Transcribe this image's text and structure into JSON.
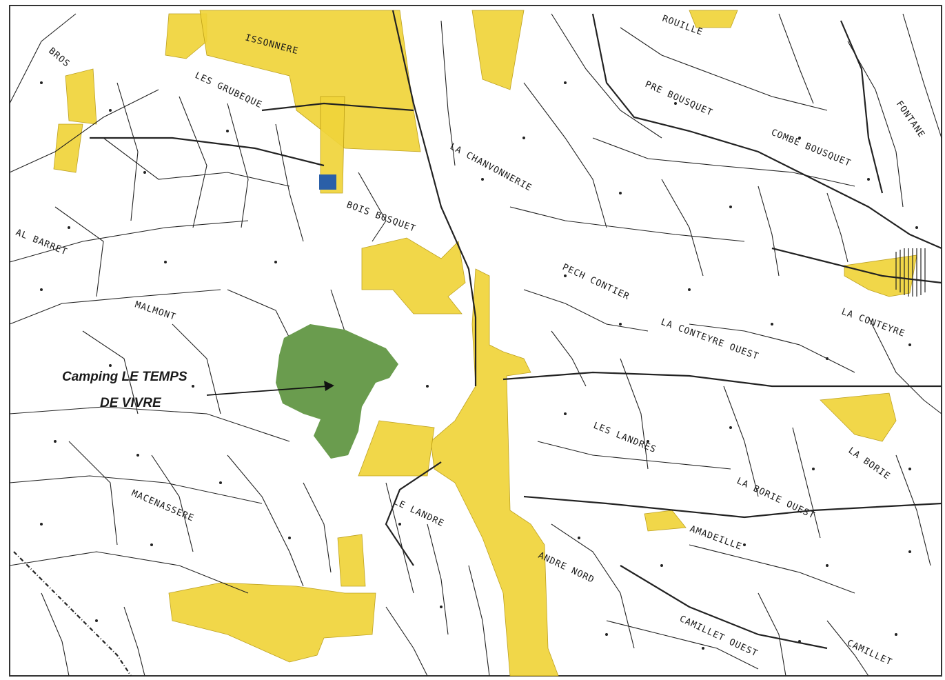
{
  "callout": {
    "line1": "Camping LE TEMPS",
    "line2": "DE VIVRE"
  },
  "places": [
    {
      "id": "bros",
      "text": "BROS"
    },
    {
      "id": "bissonnere",
      "text": "ISSONNERE"
    },
    {
      "id": "grubeque",
      "text": "LES GRUBEQUE"
    },
    {
      "id": "chanvonnerie",
      "text": "LA CHANVONNERIE"
    },
    {
      "id": "pre-bousquet",
      "text": "PRE BOUSQUET"
    },
    {
      "id": "combe-bousquet",
      "text": "COMBE BOUSQUET"
    },
    {
      "id": "fontane",
      "text": "FONTANE"
    },
    {
      "id": "barret",
      "text": "AL BARRET"
    },
    {
      "id": "bois-bosquet",
      "text": "BOIS BOSQUET"
    },
    {
      "id": "pech-contier",
      "text": "PECH CONTIER"
    },
    {
      "id": "malmont",
      "text": "MALMONT"
    },
    {
      "id": "conteyre-ouest",
      "text": "LA CONTEYRE OUEST"
    },
    {
      "id": "conteyre",
      "text": "LA CONTEYRE"
    },
    {
      "id": "landres",
      "text": "LES LANDRES"
    },
    {
      "id": "borie",
      "text": "LA BORIE"
    },
    {
      "id": "borie-ouest",
      "text": "LA BORIE OUEST"
    },
    {
      "id": "macenassere",
      "text": "MACENASSERE"
    },
    {
      "id": "le-landre",
      "text": "LE LANDRE"
    },
    {
      "id": "amadeille",
      "text": "AMADEILLE"
    },
    {
      "id": "landre-nord",
      "text": "ANDRE NORD"
    },
    {
      "id": "camillet-ouest",
      "text": "CAMILLET OUEST"
    },
    {
      "id": "camillet",
      "text": "CAMILLET"
    },
    {
      "id": "rouille",
      "text": "ROUILLE"
    }
  ],
  "colors": {
    "camping_zone": "#6a9c4e",
    "built_zone": "#f0d43a",
    "marker": "#2a5fa8"
  }
}
